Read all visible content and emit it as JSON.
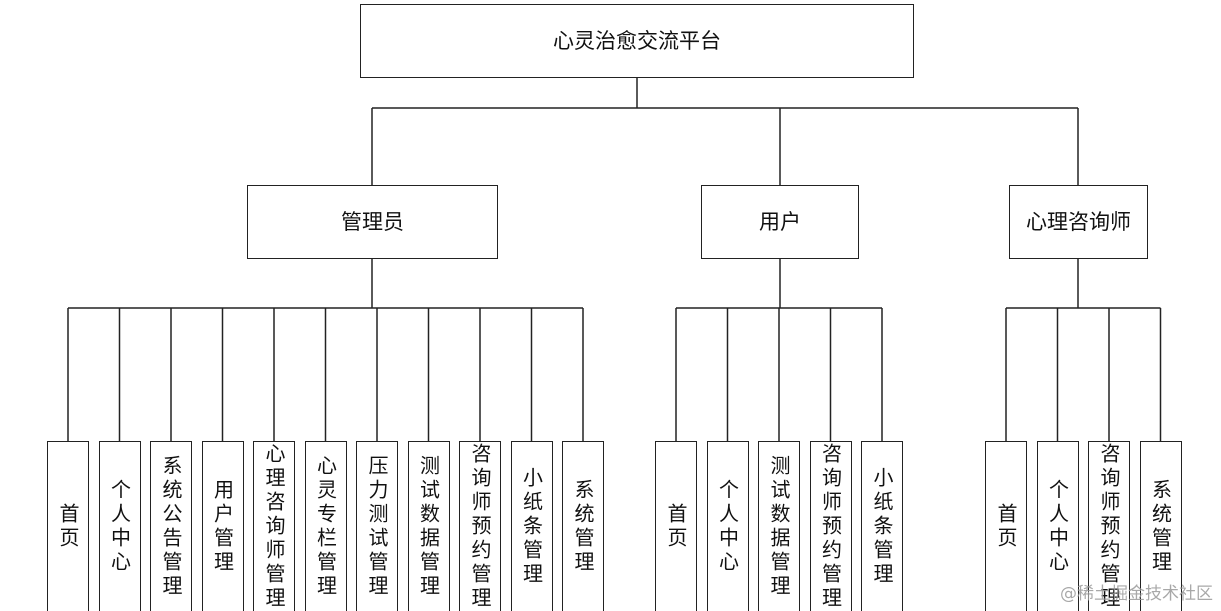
{
  "root": {
    "label": "心灵治愈交流平台"
  },
  "roles": [
    {
      "label": "管理员",
      "modules": [
        "首页",
        "个人中心",
        "系统公告管理",
        "用户管理",
        "心理咨询师管理",
        "心灵专栏管理",
        "压力测试管理",
        "测试数据管理",
        "咨询师预约管理",
        "小纸条管理",
        "系统管理"
      ]
    },
    {
      "label": "用户",
      "modules": [
        "首页",
        "个人中心",
        "测试数据管理",
        "咨询师预约管理",
        "小纸条管理"
      ]
    },
    {
      "label": "心理咨询师",
      "modules": [
        "首页",
        "个人中心",
        "咨询师预约管理",
        "系统管理"
      ]
    }
  ],
  "watermark": "@稀土掘金技术社区"
}
